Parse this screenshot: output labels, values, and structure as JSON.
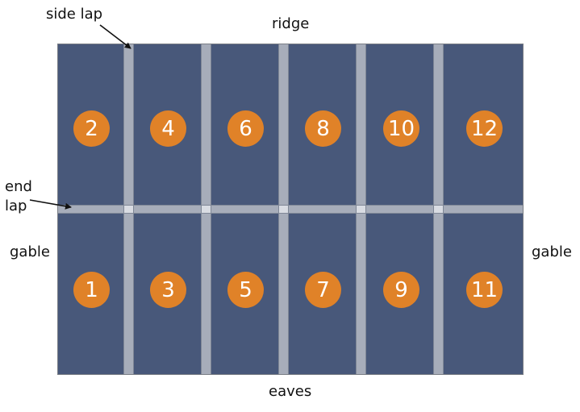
{
  "labels": {
    "side_lap": "side lap",
    "ridge": "ridge",
    "end_lap_line1": "end",
    "end_lap_line2": "lap",
    "gable_left": "gable",
    "gable_right": "gable",
    "eaves": "eaves"
  },
  "sheets": {
    "top_row": [
      "2",
      "4",
      "6",
      "8",
      "10",
      "12"
    ],
    "bottom_row": [
      "1",
      "3",
      "5",
      "7",
      "9",
      "11"
    ]
  },
  "colors": {
    "sheet": "#48587a",
    "lap": "#a7adba",
    "number_badge": "#e08228",
    "number_text": "#ffffff"
  }
}
